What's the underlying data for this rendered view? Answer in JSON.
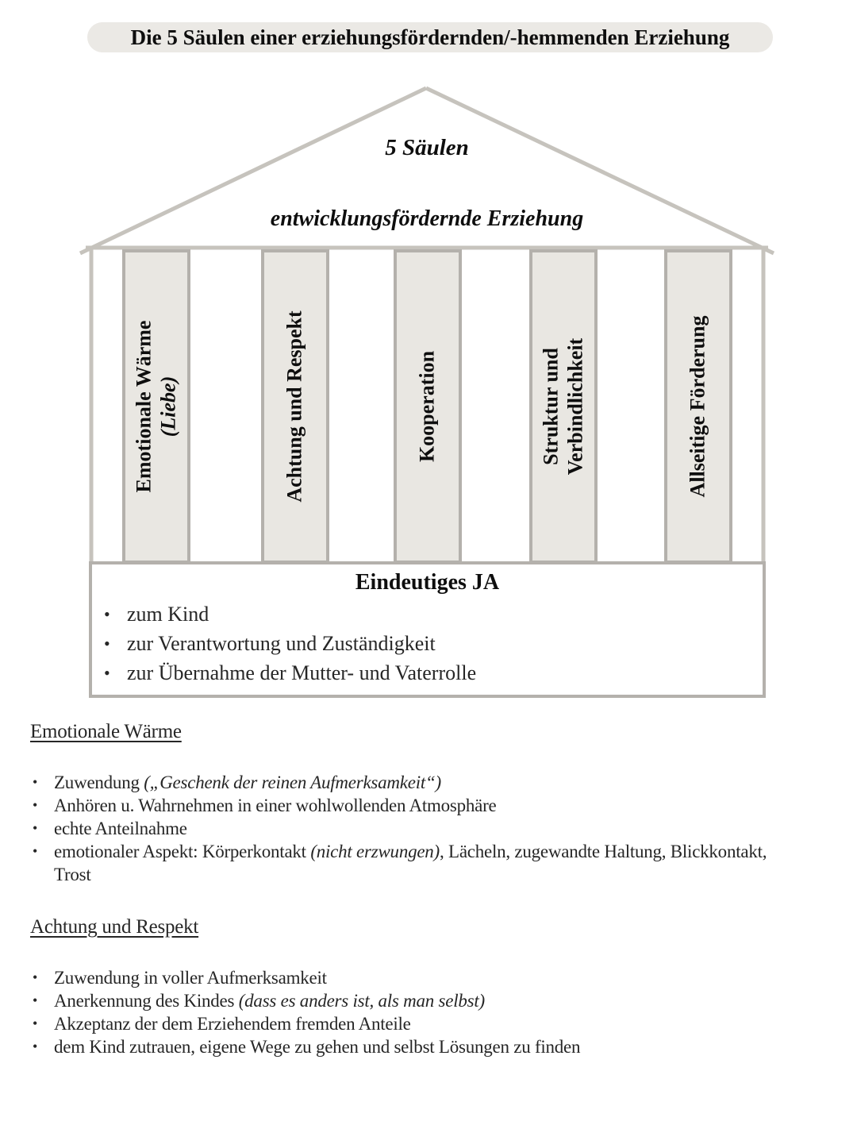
{
  "title": "Die 5 Säulen einer erziehungsfördernden/-hemmenden Erziehung",
  "roof": {
    "line1": "5 Säulen",
    "line2": "entwicklungsfördernde Erziehung"
  },
  "pillars": [
    {
      "line1": "Emotionale Wärme",
      "line2": "(Liebe)"
    },
    {
      "line1": "Achtung und Respekt",
      "line2": ""
    },
    {
      "line1": "Kooperation",
      "line2": ""
    },
    {
      "line1": "Struktur und",
      "line2": "Verbindlichkeit"
    },
    {
      "line1": "Allseitige Förderung",
      "line2": ""
    }
  ],
  "base": {
    "title": "Eindeutiges JA",
    "bullets": [
      "zum Kind",
      "zur Verantwortung und Zuständigkeit",
      "zur Übernahme der Mutter- und Vaterrolle"
    ]
  },
  "sections": [
    {
      "heading": "Emotionale Wärme",
      "bullets": [
        {
          "pre": "Zuwendung ",
          "italic": "(„Geschenk der reinen Aufmerksamkeit“)",
          "post": ""
        },
        {
          "pre": "Anhören u. Wahrnehmen in einer wohlwollenden Atmosphäre",
          "italic": "",
          "post": ""
        },
        {
          "pre": "echte Anteilnahme",
          "italic": "",
          "post": ""
        },
        {
          "pre": "emotionaler Aspekt: Körperkontakt ",
          "italic": "(nicht erzwungen)",
          "post": ", Lächeln, zugewandte Haltung, Blickkontakt,",
          "line2": "Trost"
        }
      ]
    },
    {
      "heading": "Achtung und Respekt",
      "bullets": [
        {
          "pre": "Zuwendung in voller Aufmerksamkeit",
          "italic": "",
          "post": ""
        },
        {
          "pre": "Anerkennung des Kindes ",
          "italic": "(dass es anders ist, als man selbst)",
          "post": ""
        },
        {
          "pre": "Akzeptanz der dem Erziehendem fremden Anteile",
          "italic": "",
          "post": ""
        },
        {
          "pre": "dem Kind zutrauen, eigene Wege zu gehen und selbst Lösungen zu finden",
          "italic": "",
          "post": ""
        }
      ]
    }
  ],
  "colors": {
    "line": "#c6c3bd",
    "line_dark": "#b4b1ac",
    "pillar_fill": "#e9e7e2",
    "title_bg": "#ebe9e5",
    "text": "#1e1e1e"
  }
}
